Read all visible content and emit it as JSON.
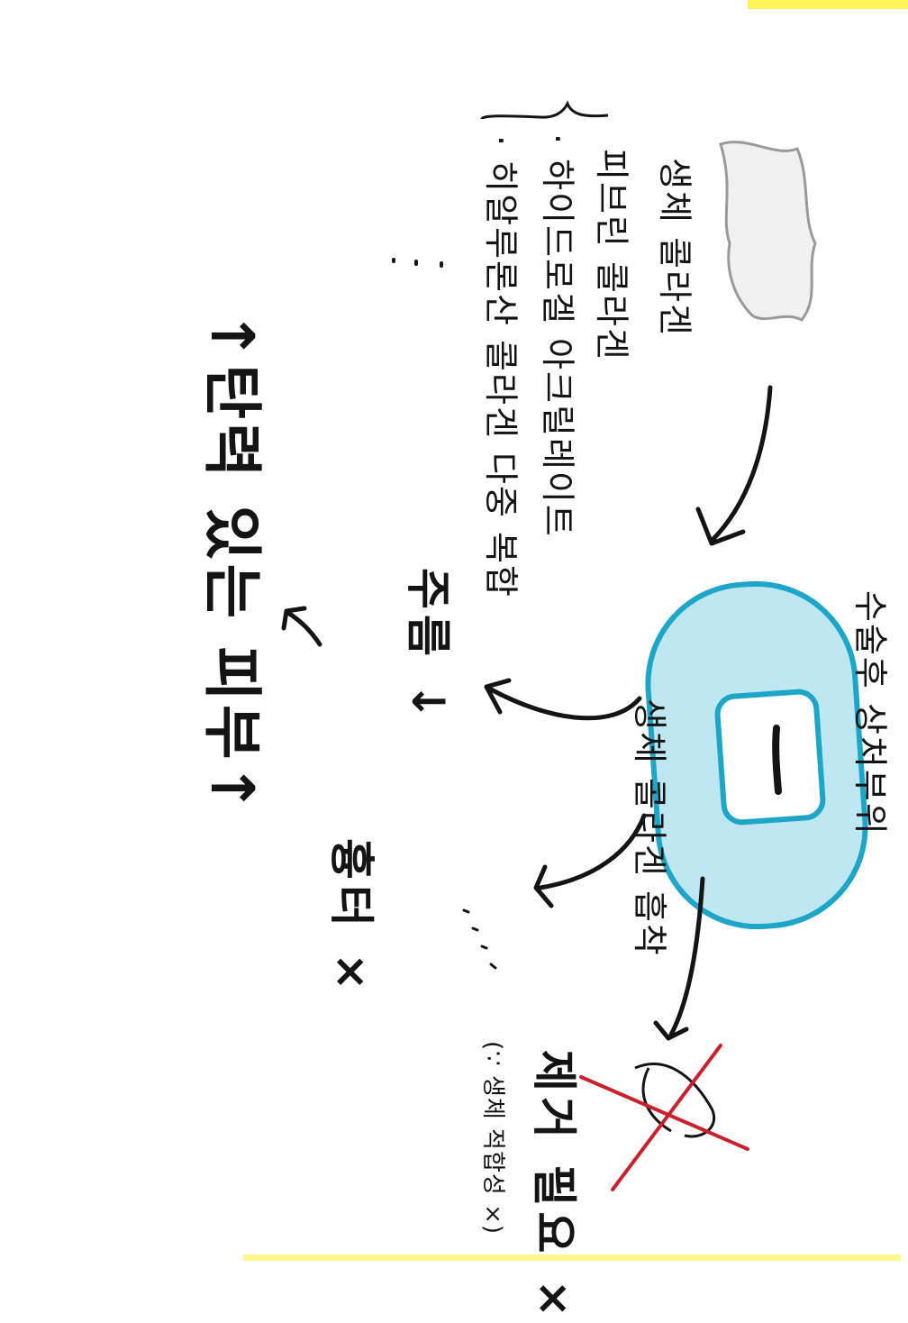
{
  "title": "↑탄력 있는 피부↑",
  "source_list": {
    "items": [
      "생체 콜라겐",
      "피브린 콜라겐",
      "· 하이드로겔 아크릴레이트",
      "· 히알루론산 콜라겐 다중 복합"
    ]
  },
  "patch_label": "수술후 상처부위",
  "patch_note": "생체 콜라겐 흡착",
  "outcome_scar": "흉터 ×",
  "outcome_wrinkle": "주름 ↓",
  "outcome_removal": "제거 필요 ×",
  "outcome_removal_note": "(∵ 생체 적합성 ×)",
  "colors": {
    "ink": "#141414",
    "patch_blue": "#1ea6c8",
    "cross_red": "#c8202c",
    "highlight_yellow": "#fff35a"
  }
}
